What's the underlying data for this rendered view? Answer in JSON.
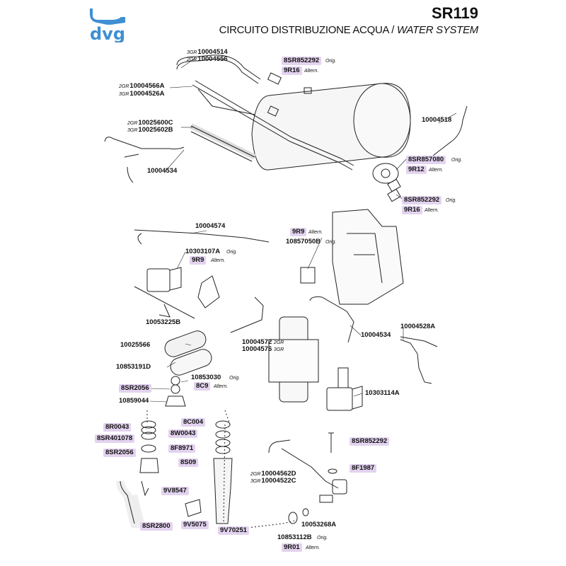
{
  "header": {
    "brand": "dvg",
    "model": "SR119",
    "title_it": "CIRCUITO DISTRIBUZIONE ACQUA / ",
    "title_en": "WATER SYSTEM"
  },
  "colors": {
    "highlight": "#e3d3ef",
    "logo_blue": "#3f8fd2",
    "line": "#222222"
  },
  "labels": {
    "p1_pre": "3GR",
    "p1": "10004514",
    "p2_pre": "2GR",
    "p2": "10004556",
    "p3": "8SR852292",
    "p3_n": "Orig.",
    "p4": "9R16",
    "p4_n": "Altern.",
    "p5_pre": "2GR",
    "p5": "10004566A",
    "p6_pre": "3GR",
    "p6": "10004526A",
    "p7": "10004518",
    "p8_pre": "2GR",
    "p8": "10025600C",
    "p9_pre": "3GR",
    "p9": "10025602B",
    "p10": "10004534",
    "p11": "8SR857080",
    "p11_n": "Orig.",
    "p12": "9R12",
    "p12_n": "Altern.",
    "p13": "8SR852292",
    "p13_n": "Orig.",
    "p14": "9R16",
    "p14_n": "Altern.",
    "p15": "10004574",
    "p16": "9R9",
    "p16_n": "Altern.",
    "p17": "10857050B",
    "p17_n": "Orig.",
    "p18": "10303107A",
    "p18_n": "Orig.",
    "p19": "9R9",
    "p19_n": "Altern.",
    "p20": "10053225B",
    "p21": "10004572",
    "p21_s": "2GR",
    "p22": "10004576",
    "p22_s": "3GR",
    "p23": "10004534",
    "p24": "10004528A",
    "p25": "10025566",
    "p26": "10853191D",
    "p27": "10853030",
    "p27_n": "Orig.",
    "p28": "8SR2056",
    "p29": "8C9",
    "p29_n": "Altern.",
    "p30": "10859044",
    "p31": "10303114A",
    "p32": "8R0043",
    "p33": "8SR401078",
    "p34": "8SR2056",
    "p35": "8C004",
    "p36": "8W0043",
    "p37": "8F8971",
    "p38": "8S09",
    "p39": "8SR852292",
    "p40": "8F1987",
    "p41_pre": "2GR",
    "p41": "10004562D",
    "p42_pre": "3GR",
    "p42": "10004522C",
    "p43": "9V8547",
    "p44": "8SR2800",
    "p45": "9V5075",
    "p46": "9V70251",
    "p47": "10053268A",
    "p48": "10853112B",
    "p48_n": "Orig.",
    "p49": "9R01",
    "p49_n": "Altern."
  }
}
